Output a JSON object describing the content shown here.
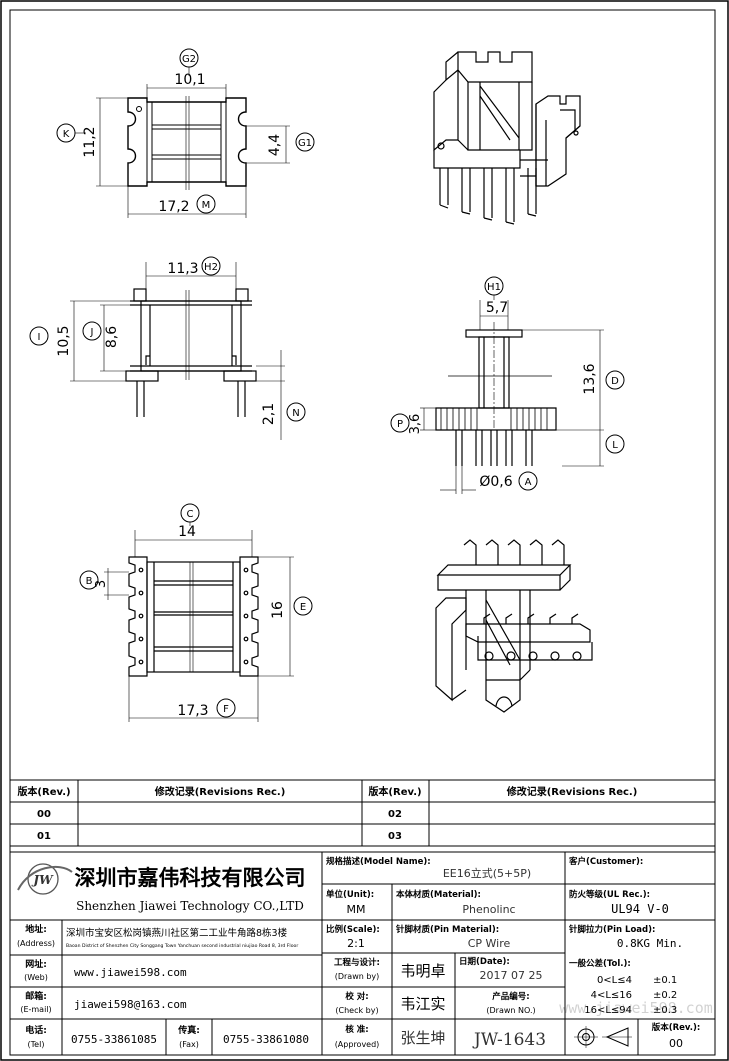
{
  "dimensions": {
    "g2": "G2",
    "w_10_1": "10,1",
    "k": "K",
    "h_11_2": "11,2",
    "g1": "G1",
    "h_4_4": "4,4",
    "m": "M",
    "w_17_2": "17,2",
    "h2": "H2",
    "w_11_3": "11,3",
    "i": "I",
    "h_10_5": "10,5",
    "j": "J",
    "h_8_6": "8,6",
    "n": "N",
    "h_2_1": "2,1",
    "h1": "H1",
    "w_5_7": "5,7",
    "d": "D",
    "h_13_6": "13,6",
    "p": "P",
    "h_3_6": "3,6",
    "l": "L",
    "a": "A",
    "pin_dia": "Ø0,6",
    "c": "C",
    "w_14": "14",
    "b": "B",
    "h_3": "3",
    "e": "E",
    "h_16": "16",
    "f": "F",
    "w_17_3": "17,3"
  },
  "revisions": {
    "rev_header": "版本(Rev.)",
    "rec_header": "修改记录(Revisions Rec.)",
    "rows": [
      {
        "left_rev": "00",
        "right_rev": "02"
      },
      {
        "left_rev": "01",
        "right_rev": "03"
      }
    ]
  },
  "company": {
    "logo_text": "JW",
    "name_cn": "深圳市嘉伟科技有限公司",
    "name_en": "Shenzhen Jiawei Technology CO.,LTD"
  },
  "info": {
    "address_label": "地址:",
    "address_label_en": "(Address)",
    "address_cn": "深圳市宝安区松岗镇燕川社区第二工业牛角路8栋3楼",
    "address_en": "Baoan District of Shenzhen City Songgang Town Yanchuan second industrial niujiao Road 8, 3rd Floor",
    "web_label": "网址:",
    "web_label_en": "(Web)",
    "web": "www.jiawei598.com",
    "email_label": "邮箱:",
    "email_label_en": "(E-mail)",
    "email": "jiawei598@163.com",
    "tel_label": "电话:",
    "tel_label_en": "(Tel)",
    "tel": "0755-33861085",
    "fax_label": "传真:",
    "fax_label_en": "(Fax)",
    "fax": "0755-33861080"
  },
  "spec": {
    "model_label": "规格描述(Model Name):",
    "model": "EE16立式(5+5P)",
    "customer_label": "客户(Customer):",
    "customer": "",
    "unit_label": "单位(Unit):",
    "unit": "MM",
    "material_label": "本体材质(Material):",
    "material": "Phenolinc",
    "ul_label": "防火等级(UL Rec.):",
    "ul": "UL94 V-0",
    "scale_label": "比例(Scale):",
    "scale": "2:1",
    "pin_material_label": "针脚材质(Pin Material):",
    "pin_material": "CP Wire",
    "pin_load_label": "针脚拉力(Pin Load):",
    "pin_load": "0.8KG Min.",
    "drawn_label": "工程与设计:",
    "drawn_label_en": "(Drawn by)",
    "drawn_by": "韦明卓",
    "date_label": "日期(Date):",
    "date": "2017 07 25",
    "tol_label": "一般公差(Tol.):",
    "tol_rows": [
      {
        "range": "0<L≤4",
        "val": "±0.1"
      },
      {
        "range": "4<L≤16",
        "val": "±0.2"
      },
      {
        "range": "16<L≤94",
        "val": "±0.3"
      }
    ],
    "check_label": "校  对:",
    "check_label_en": "(Check by)",
    "check_by": "韦江实",
    "drawn_no_label": "产品编号:",
    "drawn_no_label_en": "(Drawn NO.)",
    "approved_label": "核  准:",
    "approved_label_en": "(Approved)",
    "approved_by": "张生坤",
    "drawing_no": "JW-1643",
    "rev_label": "版本(Rev.):",
    "rev": "00",
    "watermark": "www.jiawei598.com"
  }
}
